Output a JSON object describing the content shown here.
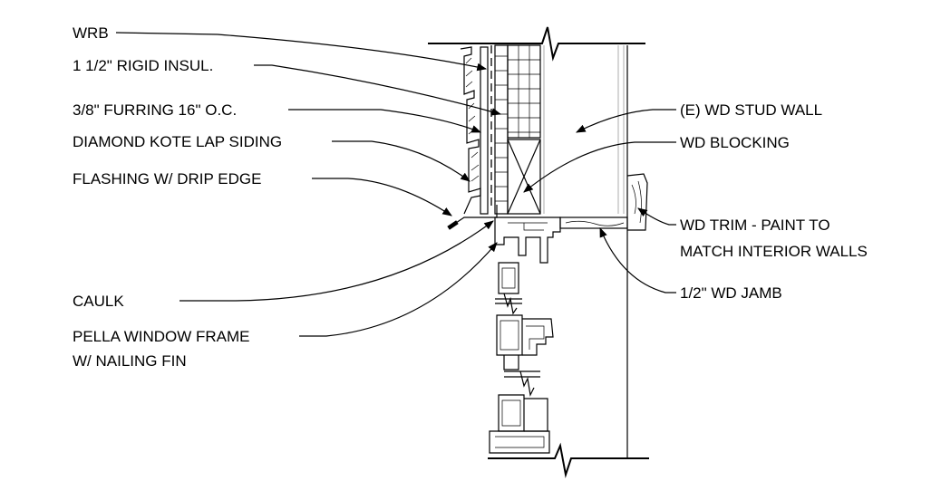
{
  "labels": {
    "wrb": "WRB",
    "rigid_insul": "1 1/2\" RIGID INSUL.",
    "furring": "3/8\" FURRING 16\" O.C.",
    "siding": "DIAMOND KOTE LAP SIDING",
    "flashing": "FLASHING W/ DRIP EDGE",
    "caulk": "CAULK",
    "window_frame_1": "PELLA WINDOW FRAME",
    "window_frame_2": "W/ NAILING FIN",
    "stud_wall": "(E) WD STUD WALL",
    "blocking": "WD BLOCKING",
    "trim_1": "WD TRIM - PAINT TO",
    "trim_2": "MATCH INTERIOR WALLS",
    "jamb": "1/2\" WD JAMB"
  },
  "colors": {
    "ink": "#000000",
    "background": "#ffffff",
    "hidden_line": "#9a9a9a"
  }
}
